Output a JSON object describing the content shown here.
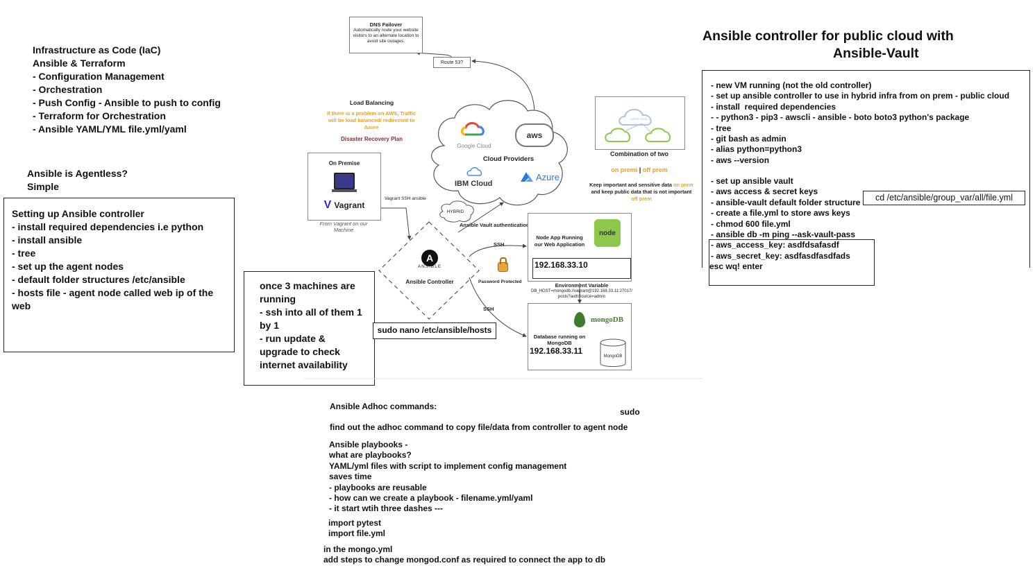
{
  "left_notes": {
    "iac_lines": [
      "Infrastructure as Code (IaC)",
      "Ansible & Terraform",
      "- Configuration Management",
      "- Orchestration",
      "- Push Config - Ansible to push to config",
      "- Terraform for Orchestration",
      "- Ansible YAML/YML file.yml/yaml"
    ],
    "agentless_lines": [
      "Ansible is Agentless?",
      "Simple"
    ],
    "setup_lines": [
      "Setting up Ansible controller",
      "- install required dependencies i.e python",
      "- install ansible",
      "- tree",
      "- set up the agent nodes",
      "- default folder structures /etc/ansible",
      "- hosts file - agent node called web ip of the",
      "web"
    ],
    "machines_lines": [
      "once 3 machines are",
      "running",
      "- ssh into all of them 1",
      "by 1",
      "- run update &",
      "upgrade to check",
      "internet availability"
    ],
    "hosts_cmd": "sudo nano /etc/ansible/hosts"
  },
  "diagram": {
    "dns_title": "DNS Failover",
    "dns_desc": "Automatically route your website visitors to an alternate location to avoid site outages.",
    "route53": "Route 53?",
    "lb_title": "Load Balancing",
    "lb_desc": "If there is a problem on AWS, Traffic will be load balanced/ redirected to Azure",
    "drp": "Disaster Recovery Plan",
    "google_cloud": "Google Cloud",
    "aws": "aws",
    "cloud_providers": "Cloud Providers",
    "ibm_cloud": "IBM Cloud",
    "azure": "Azure",
    "combination": "Combination of two",
    "on_premi": "on premi",
    "sep": " | ",
    "off_prem": "off prem",
    "keep_1": "Keep important and sensitive data ",
    "keep_on": "on prem",
    "keep_2": " and keep public data that is not important ",
    "keep_off": "off prem",
    "on_premise": "On Premise",
    "vagrant": "Vagrant",
    "from_vagrant": "From Vagrant on our Machine",
    "vagrant_ssh": "Vagrant SSH ansible",
    "hybrid": "HYBRID",
    "vault_auth": "Ansible Vault authentication",
    "ansible_logo": "ANSIBLE",
    "ansible_controller": "Ansible Controller",
    "ssh_top": "SSH",
    "ssh_bottom": "SSH",
    "pw_protected": "Password Protected",
    "node_app": "Node App Running our Web Application",
    "node_ip": "192.168.33.10",
    "env_var_title": "Environment Variable",
    "env_var_value": "DB_HOST=mongodb://vagrant@192.168.33.11:27017/posts?authSource=admin",
    "mongodb": "mongoDB",
    "db_running": "Database running on MongoDB",
    "db_ip": "192.168.33.11",
    "mongo_cyl": "MongoDB",
    "hybrid_cloud": "hybrid cloud",
    "node_logo": "node"
  },
  "bottom_notes": {
    "adhoc": "Ansible Adhoc commands:",
    "sudo": "sudo",
    "find": "find out the adhoc command to copy file/data from controller to agent node",
    "playbook_lines": [
      "Ansible playbooks -",
      "what are playbooks?",
      "YAML/yml files with script to implement config management",
      "saves time",
      "- playbooks are reusable",
      "- how can we create a playbook - filename.yml/yaml",
      "- it start wtih three dashes ---"
    ],
    "import_lines": [
      "import pytest",
      "import file.yml"
    ],
    "mongo_lines": [
      "in the mongo.yml",
      "add steps to change mongod.conf as required to connect the app to db"
    ]
  },
  "right_notes": {
    "title_line1": "Ansible controller for public cloud with",
    "title_line2": "Ansible-Vault",
    "lines": [
      "- new VM running (not the old controller)",
      "- set up ansible controller to use in hybrid infra from on prem - public cloud",
      "- install  required dependencies",
      "- - python3 - pip3 - awscli - ansible - boto boto3 python's package",
      "- tree",
      "- git bash as admin",
      "- alias python=python3",
      "- aws --version"
    ],
    "vault_lines": [
      "- set up ansible vault",
      "- aws access & secret keys",
      "- ansible-vault default folder structure",
      "- create a file.yml to store aws keys",
      "- chmod 600 file.yml",
      "- ansible db -m ping --ask-vault-pass",
      "- aws_access_key: asdfdsafasdf",
      "- aws_secret_key: asdfasdfasdfads",
      "esc wq! enter"
    ],
    "path_box": "cd /etc/ansible/group_var/all/file.yml"
  },
  "colors": {
    "orange": "#f0a020",
    "maroon": "#8b2a2a",
    "ansible": "#111111",
    "vagrant": "#2a2ad0",
    "node_green": "#8cc84b",
    "mongo_green": "#3f7d2c",
    "azure_blue": "#2b7bd6"
  }
}
